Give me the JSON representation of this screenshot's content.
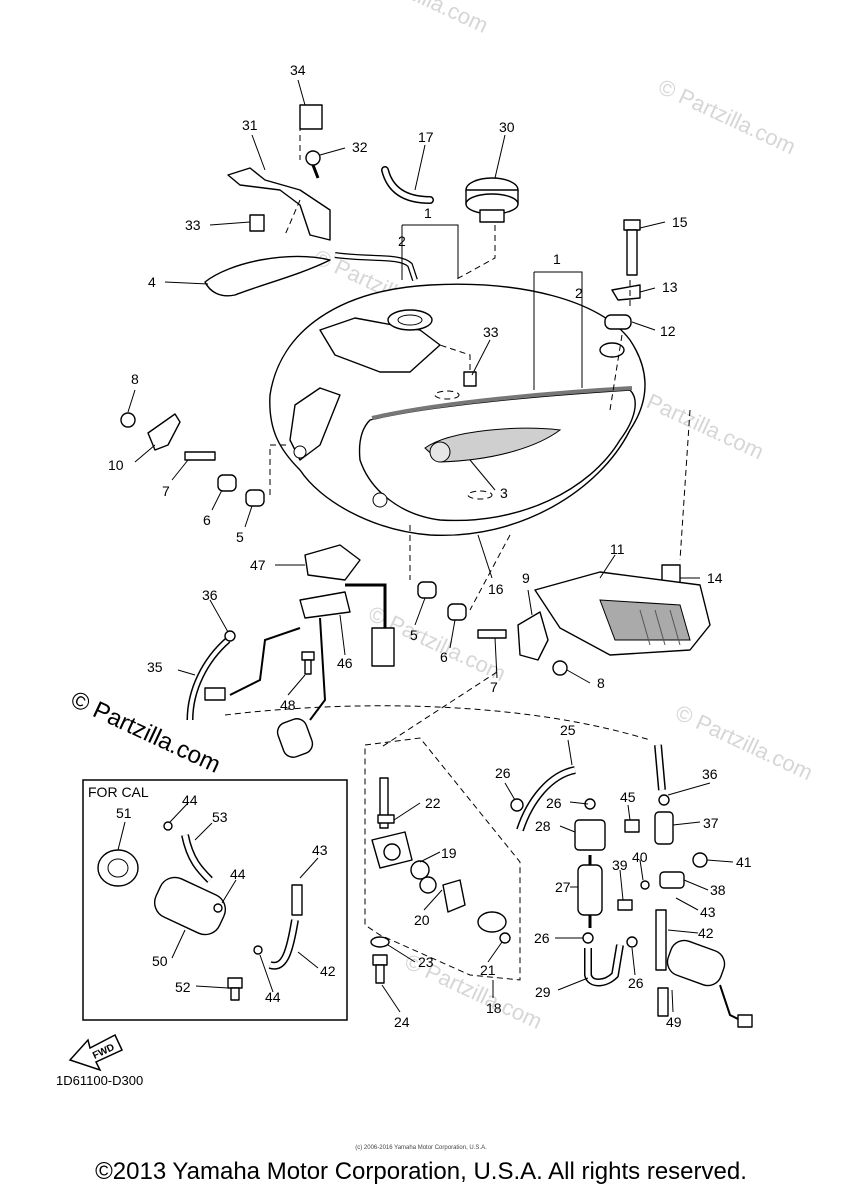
{
  "watermark": "© Partzilla.com",
  "legend_box_title": "FOR CAL",
  "diagram_code": "1D61100-D300",
  "fwd_label": "FWD",
  "copyright": "©2013 Yamaha Motor Corporation, U.S.A. All rights reserved.",
  "copyright_small": "(c) 2006-2016 Yamaha Motor Corporation, U.S.A.",
  "part_numbers": {
    "p34": "34",
    "p31": "31",
    "p32": "32",
    "p33a": "33",
    "p17": "17",
    "p30": "30",
    "p1a": "1",
    "p2a": "2",
    "p15": "15",
    "p4": "4",
    "p1b": "1",
    "p2b": "2",
    "p13": "13",
    "p12": "12",
    "p33b": "33",
    "p8a": "8",
    "p10": "10",
    "p7a": "7",
    "p6a": "6",
    "p5a": "5",
    "p3": "3",
    "p47": "47",
    "p16": "16",
    "p11": "11",
    "p9": "9",
    "p14": "14",
    "p36a": "36",
    "p5b": "5",
    "p46": "46",
    "p6b": "6",
    "p7b": "7",
    "p8b": "8",
    "p35": "35",
    "p48": "48",
    "p25": "25",
    "p26a": "26",
    "p36b": "36",
    "p22": "22",
    "p26b": "26",
    "p45": "45",
    "p37": "37",
    "p28": "28",
    "p19": "19",
    "p40": "40",
    "p39": "39",
    "p41": "41",
    "p27": "27",
    "p38": "38",
    "p20": "20",
    "p43a": "43",
    "p26c": "26",
    "p42a": "42",
    "p23": "23",
    "p21": "21",
    "p26d": "26",
    "p29": "29",
    "p18": "18",
    "p24": "24",
    "p49": "49",
    "p51": "51",
    "p44a": "44",
    "p53": "53",
    "p43b": "43",
    "p44b": "44",
    "p50": "50",
    "p42b": "42",
    "p52": "52",
    "p44c": "44"
  }
}
